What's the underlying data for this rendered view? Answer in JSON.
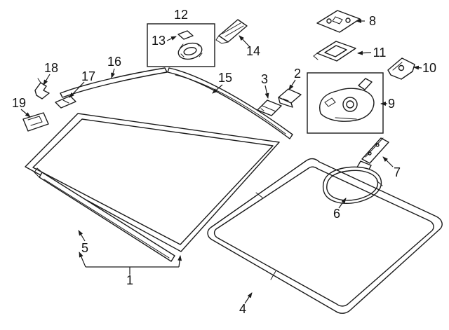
{
  "diagram_title": "Windshield components exploded parts diagram",
  "colors": {
    "line": "#1a1a1a",
    "background": "#ffffff",
    "text": "#111111"
  },
  "callouts": [
    {
      "label": "1"
    },
    {
      "label": "2"
    },
    {
      "label": "3"
    },
    {
      "label": "4"
    },
    {
      "label": "5"
    },
    {
      "label": "6"
    },
    {
      "label": "7"
    },
    {
      "label": "8"
    },
    {
      "label": "9"
    },
    {
      "label": "10"
    },
    {
      "label": "11"
    },
    {
      "label": "12"
    },
    {
      "label": "13"
    },
    {
      "label": "14"
    },
    {
      "label": "15"
    },
    {
      "label": "16"
    },
    {
      "label": "17"
    },
    {
      "label": "18"
    },
    {
      "label": "19"
    }
  ]
}
